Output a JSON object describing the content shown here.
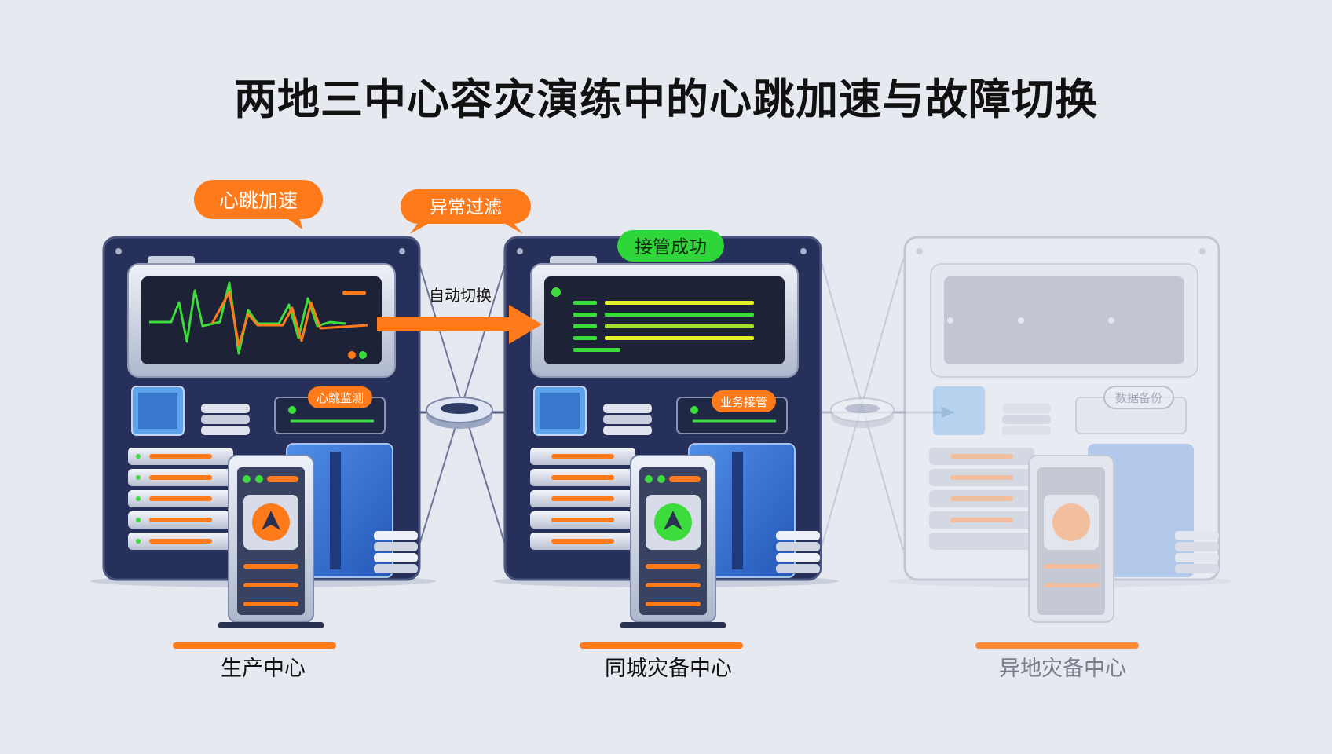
{
  "title": "两地三中心容灾演练中的心跳加速与故障切换",
  "callouts": {
    "heartbeat_accel": "心跳加速",
    "abnormal_filter": "异常过滤",
    "takeover_success": "接管成功",
    "auto_switch": "自动切换"
  },
  "panels": {
    "production": {
      "label": "生产中心",
      "tag": "心跳监测"
    },
    "same_city": {
      "label": "同城灾备中心",
      "tag": "业务接管"
    },
    "remote": {
      "label": "异地灾备中心",
      "tag": "数据备份"
    }
  },
  "colors": {
    "accent": "#ff7a1a",
    "success": "#3ddc3d",
    "rack_dark": "#27305a",
    "remote_gray": "#c7ccd8"
  }
}
